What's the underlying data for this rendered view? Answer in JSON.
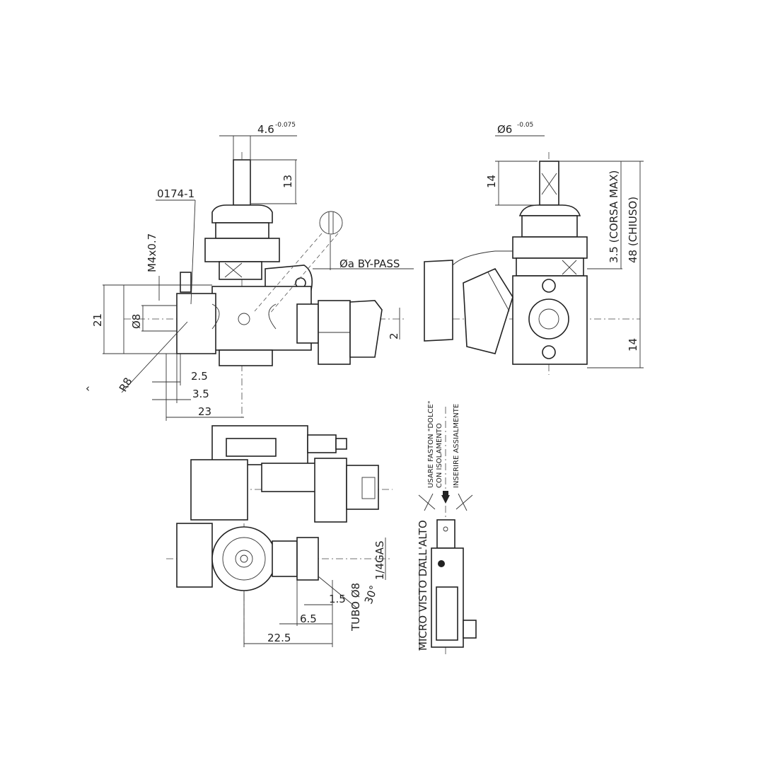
{
  "front_view": {
    "stem_width": "4.6",
    "stem_width_tol": "-0.075",
    "stem_height": "13",
    "part_code": "0174-1",
    "thread": "M4x0.7",
    "bypass": "Øa  BY-PASS",
    "height_21": "21",
    "dia_8": "Ø8",
    "offset_2": "2",
    "radius": "R8",
    "dim_2_5": "2.5",
    "dim_3_5": "3.5",
    "dim_23": "23",
    "nav_chevron": "‹"
  },
  "side_view": {
    "stem_dia": "Ø6",
    "stem_dia_tol": "-0.05",
    "stem_height": "14",
    "stroke": "3.5 (CORSA MAX)",
    "closed": "48 (CHIUSO)",
    "axis_height": "14"
  },
  "bottom_view": {
    "thread_gas": "1/4GAS",
    "angle": "30°",
    "tube": "TUBO Ø8",
    "dim_1_5": "1.5",
    "dim_6_5": "6.5",
    "dim_22_5": "22.5"
  },
  "micro_view": {
    "note_line1": "USARE FASTON \"DOLCE\"",
    "note_line2": "CON ISOLAMENTO",
    "note_line3": "INSERIRE ASSIALMENTE",
    "title": "MICRO VISTO DALL'ALTO"
  }
}
